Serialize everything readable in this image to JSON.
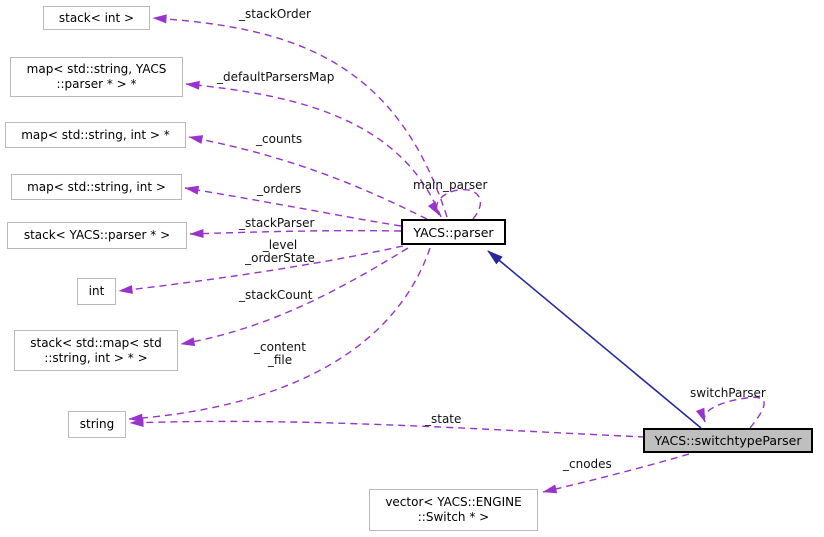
{
  "diagram": {
    "kind": "collaboration-graph",
    "focus_class": "YACS::switchtypeParser",
    "colors": {
      "association_edge": "#9a32cd",
      "inheritance_edge": "#27279b",
      "node_border": "#b9b9b9",
      "node_fill": "#ffffff",
      "focus_node_fill": "#bfbfbf",
      "focus_node_border": "#000000",
      "text": "#000000",
      "background": "#ffffff"
    },
    "nodes": {
      "stack_int": {
        "label": "stack< int >"
      },
      "map_string_parser": {
        "label": "map< std::string, YACS\n::parser * > *"
      },
      "map_string_int_ptr": {
        "label": "map< std::string, int > *"
      },
      "map_string_int": {
        "label": "map< std::string, int >"
      },
      "stack_yacs_parser": {
        "label": "stack< YACS::parser * >"
      },
      "int_type": {
        "label": "int"
      },
      "stack_map_string_int": {
        "label": "stack< std::map< std\n::string, int > * >"
      },
      "string_type": {
        "label": "string"
      },
      "yacs_parser": {
        "label": "YACS::parser"
      },
      "yacs_switchtypeparser": {
        "label": "YACS::switchtypeParser"
      },
      "vector_engine_switch": {
        "label": "vector< YACS::ENGINE\n::Switch * >"
      }
    },
    "edge_labels": {
      "stackOrder": "_stackOrder",
      "defaultParsersMap": "_defaultParsersMap",
      "counts": "_counts",
      "orders": "_orders",
      "stackParser": "_stackParser",
      "level_orderState": "_level\n_orderState",
      "stackCount": "_stackCount",
      "content_file": "_content\n_file",
      "main_parser": "main_parser",
      "state": "_state",
      "switchParser": "switchParser",
      "cnodes": "_cnodes"
    },
    "edges": [
      {
        "from": "YACS::parser",
        "to": "stack< int >",
        "label": "_stackOrder",
        "style": "dashed"
      },
      {
        "from": "YACS::parser",
        "to": "map< std::string, YACS::parser * > *",
        "label": "_defaultParsersMap",
        "style": "dashed"
      },
      {
        "from": "YACS::parser",
        "to": "map< std::string, int > *",
        "label": "_counts",
        "style": "dashed"
      },
      {
        "from": "YACS::parser",
        "to": "map< std::string, int >",
        "label": "_orders",
        "style": "dashed"
      },
      {
        "from": "YACS::parser",
        "to": "stack< YACS::parser * >",
        "label": "_stackParser",
        "style": "dashed"
      },
      {
        "from": "YACS::parser",
        "to": "int",
        "label": "_level _orderState",
        "style": "dashed"
      },
      {
        "from": "YACS::parser",
        "to": "stack< std::map< std::string, int > * >",
        "label": "_stackCount",
        "style": "dashed"
      },
      {
        "from": "YACS::parser",
        "to": "string",
        "label": "_content _file",
        "style": "dashed"
      },
      {
        "from": "YACS::parser",
        "to": "YACS::parser",
        "label": "main_parser",
        "style": "dashed-self-loop"
      },
      {
        "from": "YACS::switchtypeParser",
        "to": "string",
        "label": "_state",
        "style": "dashed"
      },
      {
        "from": "YACS::switchtypeParser",
        "to": "YACS::switchtypeParser",
        "label": "switchParser",
        "style": "dashed-self-loop"
      },
      {
        "from": "YACS::switchtypeParser",
        "to": "vector< YACS::ENGINE::Switch * >",
        "label": "_cnodes",
        "style": "dashed"
      },
      {
        "from": "YACS::switchtypeParser",
        "to": "YACS::parser",
        "label": "",
        "style": "solid-inheritance"
      }
    ]
  }
}
